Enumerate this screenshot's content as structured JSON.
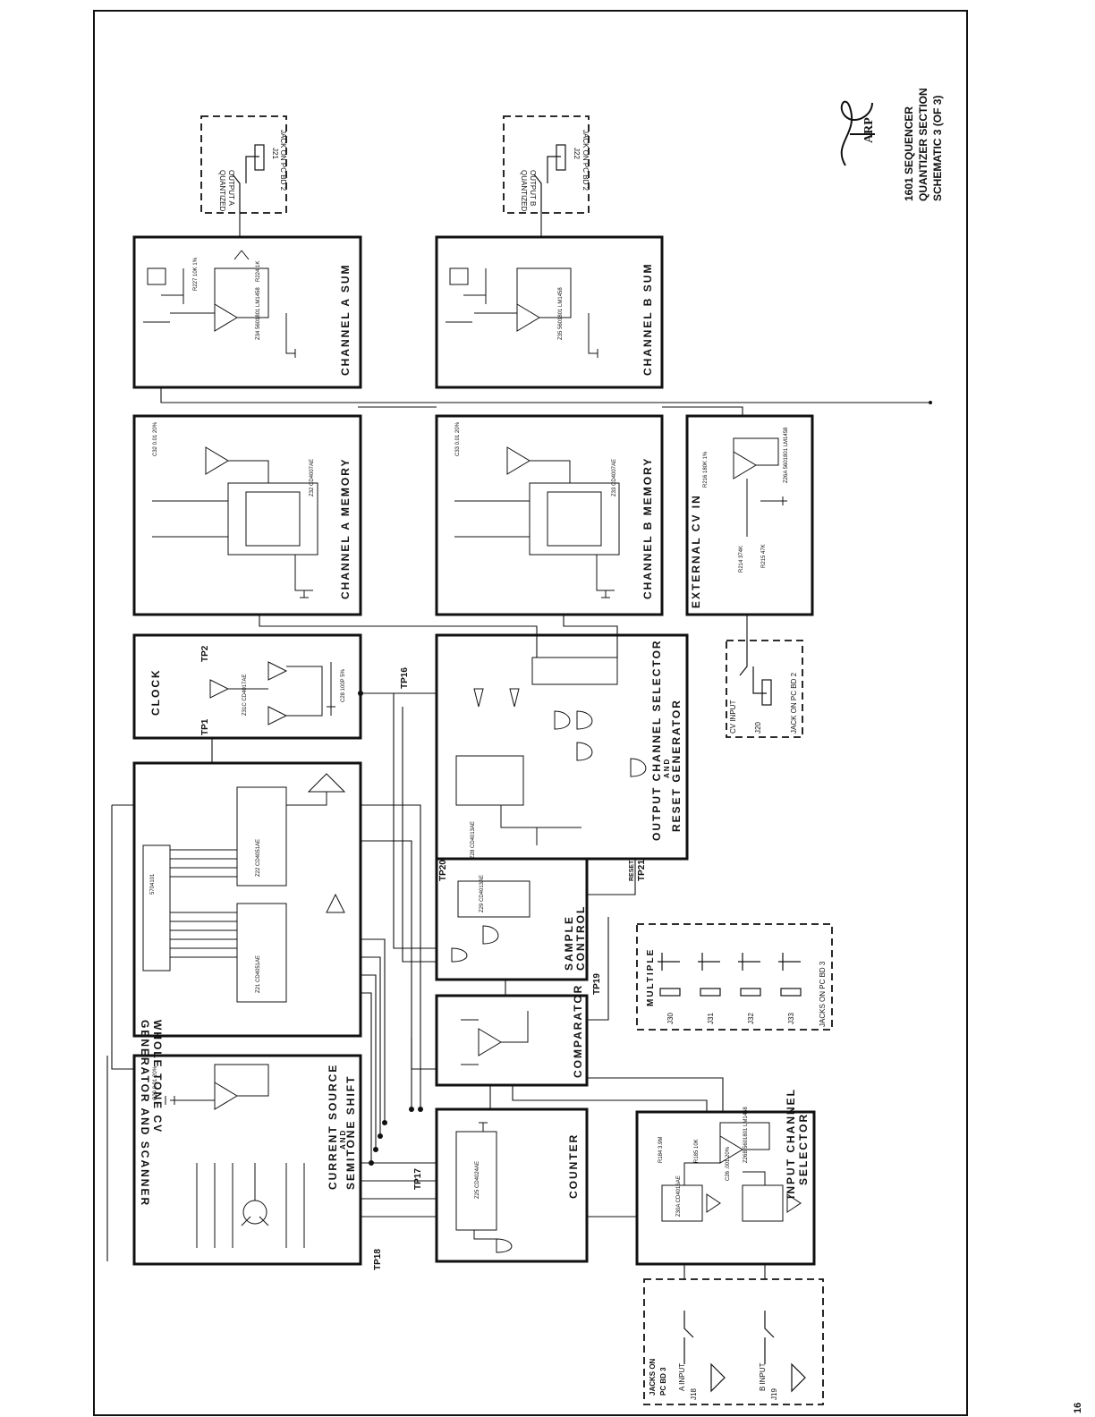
{
  "title_block": {
    "line1": "1601 SEQUENCER",
    "line2": "QUANTIZER SECTION",
    "line3": "SCHEMATIC 3 (OF 3)",
    "logo": "ARP"
  },
  "page_number": "16",
  "blocks": {
    "ch_a_sum": "CHANNEL A SUM",
    "ch_b_sum": "CHANNEL B SUM",
    "ch_a_mem": "CHANNEL A MEMORY",
    "ch_b_mem": "CHANNEL B MEMORY",
    "ext_cv": "EXTERNAL CV IN",
    "clock": "CLOCK",
    "out_sel_1": "OUTPUT CHANNEL SELECTOR",
    "out_sel_2": "AND",
    "out_sel_3": "RESET GENERATOR",
    "whole_tone_1": "WHOLE TONE CV",
    "whole_tone_2": "GENERATOR AND SCANNER",
    "sample_1": "SAMPLE",
    "sample_2": "CONTROL",
    "comparator": "COMPARATOR",
    "current_1": "CURRENT SOURCE",
    "current_2": "AND",
    "current_3": "SEMITONE SHIFT",
    "counter": "COUNTER",
    "input_sel_1": "INPUT CHANNEL",
    "input_sel_2": "SELECTOR",
    "multiple": "MULTIPLE"
  },
  "jacks": {
    "qa_1": "QUANTIZED",
    "qa_2": "OUTPUT A",
    "qa_j": "J21",
    "qa_pc": "JACK ON PC BD 2",
    "qb_1": "QUANTIZED",
    "qb_2": "OUTPUT B",
    "qb_j": "J22",
    "qb_pc": "JACK ON PC BD 2",
    "cv_in": "CV INPUT",
    "cv_j": "J20",
    "cv_pc": "JACK ON PC BD 2",
    "in_a": "A INPUT",
    "in_b": "B INPUT",
    "in_pc_1": "JACKS ON",
    "in_pc_2": "PC BD 3",
    "mult_pc": "JACKS ON PC BD 3",
    "j30": "J30",
    "j31": "J31",
    "j32": "J32",
    "j33": "J33",
    "j18": "J18",
    "j19": "J19"
  },
  "testpoints": {
    "tp1": "TP1",
    "tp2": "TP2",
    "tp16": "TP16",
    "tp17": "TP17",
    "tp18": "TP18",
    "tp19": "TP19",
    "tp20": "TP20",
    "tp21": "TP21",
    "reset": "RESET"
  },
  "components": {
    "z34": "Z34 5601801 LM1458",
    "z35": "Z35 5601801 LM1458",
    "z32": "Z32 CD4007AE",
    "z33": "Z33 CD4007AE",
    "z26a": "Z26A 5601801 LM1458",
    "z31": "Z31C CD4017AE",
    "z22": "Z22 CD4051AE",
    "z21": "Z21 CD4051AE",
    "z20": "5704101",
    "z25": "Z25 CD4024AE",
    "z28": "Z28 CD4013AE",
    "z29": "Z29 CD4013AE",
    "z26b": "Z26B 5601801 LM1458",
    "z30": "Z30A CD4016AE",
    "r227": "R227 10K 1%",
    "r224": "R224 1K",
    "r216": "R216 180K 1%",
    "r215": "R215 47K",
    "r214": "R214 374K",
    "r185": "R185 10K",
    "r184": "R184 3.9M",
    "c26": "C26 .001 20%",
    "c32": "C32 0.01 20%",
    "c33": "C33 0.01 20%",
    "c29": "C29 0.01 20%",
    "c28": "C28 100P 5%"
  }
}
